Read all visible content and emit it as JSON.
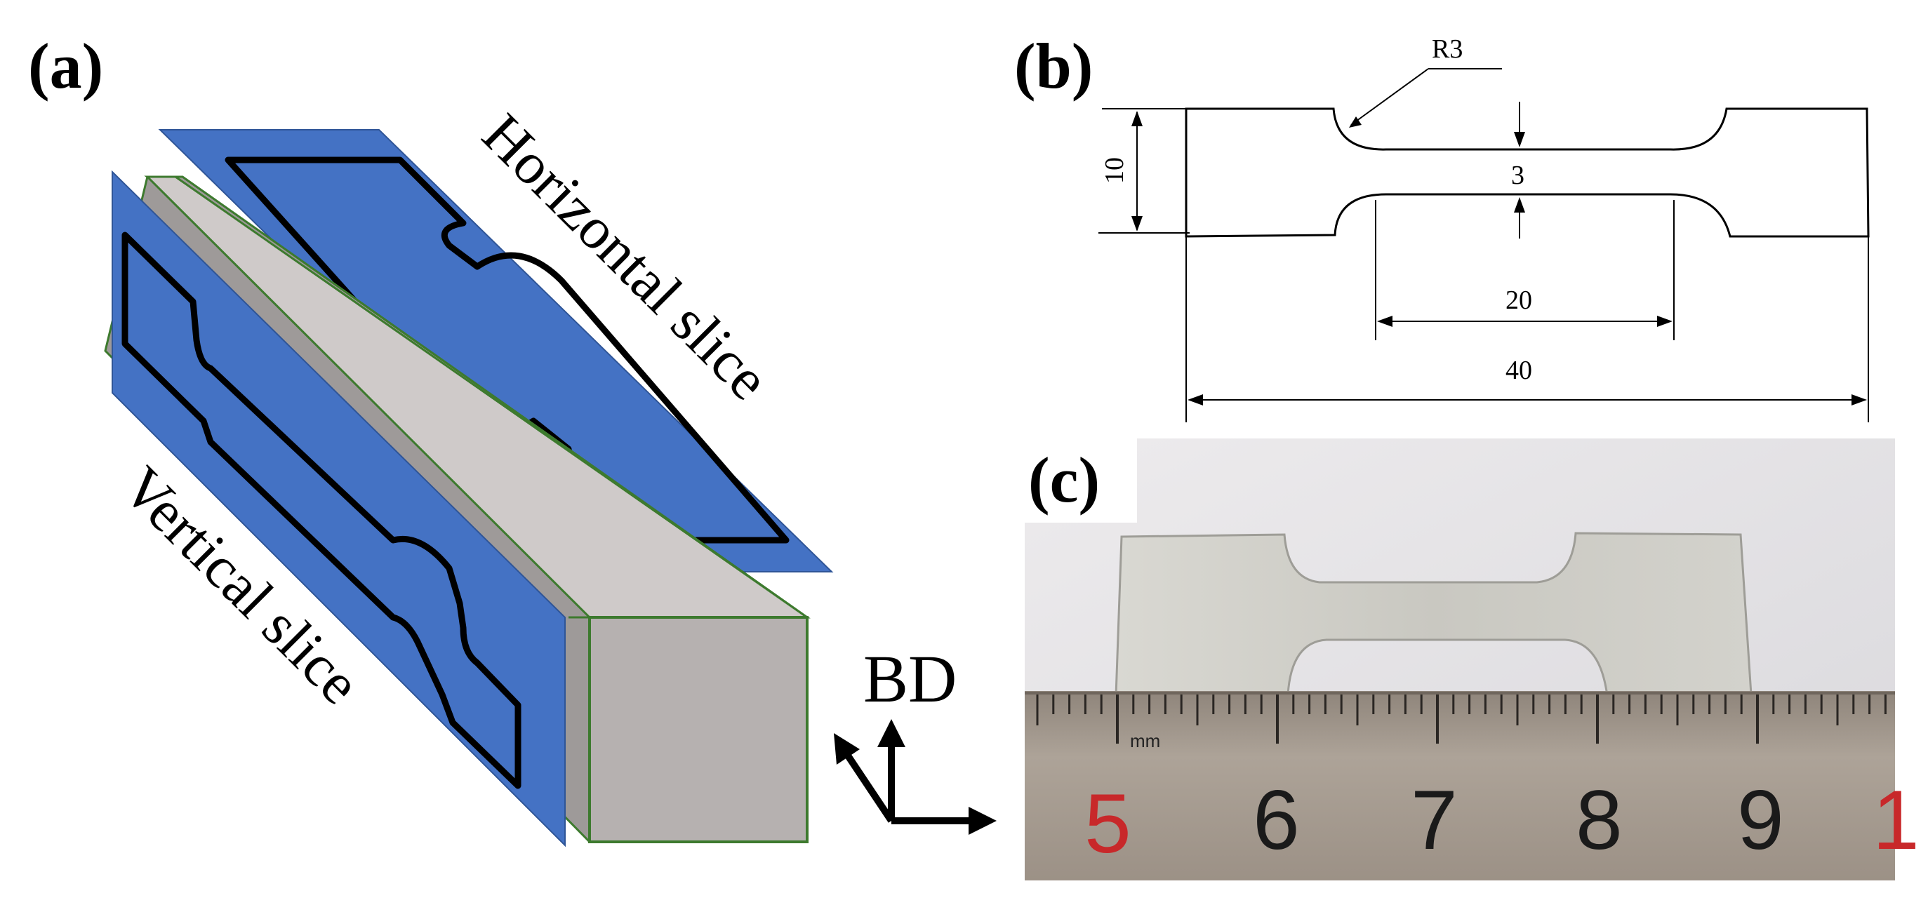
{
  "panel_a": {
    "label": "(a)",
    "horizontal_slice_label": "Horizontal slice",
    "vertical_slice_label": "Vertical slice",
    "axis_label": "BD",
    "colors": {
      "slice_fill": "#4472C4",
      "block_top": "#CFCAC9",
      "block_side": "#9E9A99",
      "block_front": "#B6B1B0",
      "block_edge": "#3D7A2E"
    }
  },
  "panel_b": {
    "label": "(b)",
    "radius_label": "R3",
    "grip_width_label": "10",
    "gauge_width_label": "3",
    "gauge_length_label": "20",
    "total_length_label": "40"
  },
  "panel_c": {
    "label": "(c)",
    "ruler_unit": "mm",
    "ruler_numbers": [
      "5",
      "6",
      "7",
      "8",
      "9",
      "1"
    ],
    "colors": {
      "background": "#E6E4E6",
      "specimen": "#CFCFC9",
      "ruler": "#A89E92",
      "first_number": "#C8282A"
    }
  }
}
